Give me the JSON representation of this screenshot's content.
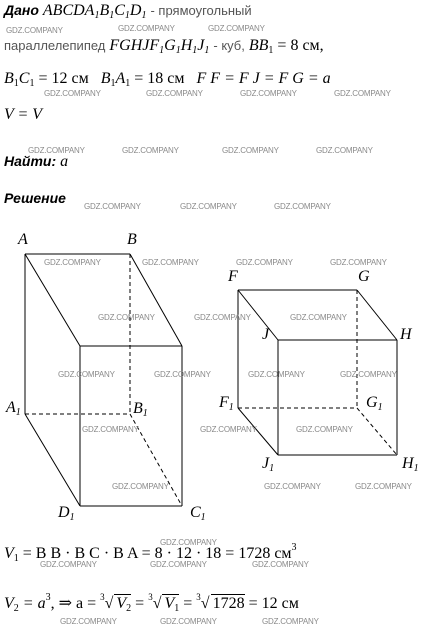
{
  "given": {
    "label": "Дано",
    "box1": "ABCDA",
    "box1_sub": "1",
    "box1_b": "B",
    "box1_c": "C",
    "box1_d": "D",
    "box1_desc": "- прямоугольный",
    "box1_desc2": "параллелепипед",
    "cube": "FGHJF",
    "cube_g": "G",
    "cube_h": "H",
    "cube_j": "J",
    "cube_desc": "- куб,",
    "bb1": "BB",
    "bb1_val": "= 8 см,",
    "b1c1": "B",
    "b1c1_c": "C",
    "b1c1_val": "= 12 см",
    "b1a1": "B",
    "b1a1_a": "A",
    "b1a1_val": "= 18 см",
    "ff1_eq": "F F = F J = F G = a",
    "v_eq": "V = V"
  },
  "find": {
    "label": "Найти:",
    "value": "a"
  },
  "solution": {
    "label": "Решение",
    "line1_lhs": "V",
    "line1_rhs": "= B B · B C · B A = 8 · 12 · 18 = 1728 см",
    "line2_lhs": "V",
    "line2_rhs": "= a",
    "line2_cont": ",  ⇒ a =",
    "line2_r1": "V",
    "line2_eq": "=",
    "line2_r2": "V",
    "line2_r3": "1728",
    "line2_end": "= 12 см"
  },
  "figure1": {
    "A": "A",
    "B": "B",
    "A1": "A",
    "B1": "B",
    "C1": "C",
    "D1": "D",
    "sub": "1"
  },
  "figure2": {
    "F": "F",
    "G": "G",
    "H": "H",
    "J": "J",
    "F1": "F",
    "G1": "G",
    "H1": "H",
    "J1": "J",
    "sub": "1"
  },
  "watermark": "GDZ.COMPANY",
  "colors": {
    "line": "#000000",
    "watermark": "#8a8a8a"
  }
}
